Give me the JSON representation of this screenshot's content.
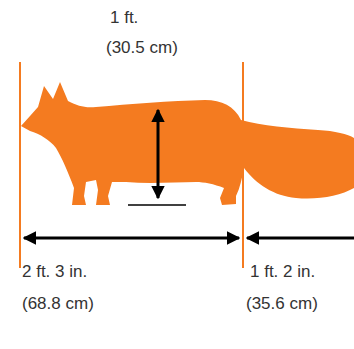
{
  "diagram": {
    "labels": [
      "1 ft.",
      "(30.5 cm)",
      "2 ft. 3 in.",
      "(68.8 cm)",
      "1 ft. 2 in.",
      "(35.6 cm)"
    ]
  }
}
